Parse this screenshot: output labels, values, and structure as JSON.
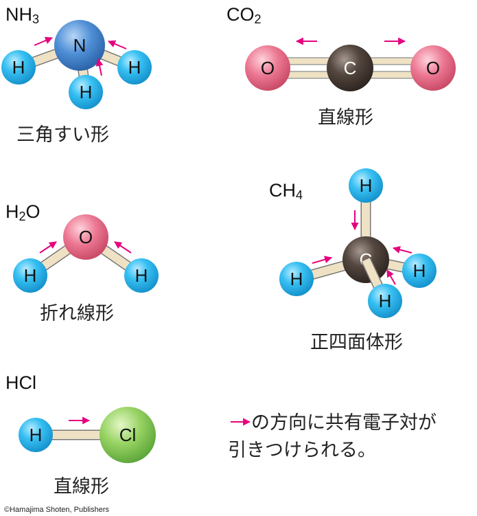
{
  "molecules": {
    "nh3": {
      "formula_main": "NH",
      "formula_sub": "3",
      "shape": "三角すい形",
      "atoms": {
        "center": "N",
        "h1": "H",
        "h2": "H",
        "h3": "H"
      }
    },
    "co2": {
      "formula_main": "CO",
      "formula_sub": "2",
      "shape": "直線形",
      "atoms": {
        "o1": "O",
        "center": "C",
        "o2": "O"
      }
    },
    "h2o": {
      "formula_main": "H",
      "formula_sub": "2",
      "formula_tail": "O",
      "shape": "折れ線形",
      "atoms": {
        "center": "O",
        "h1": "H",
        "h2": "H"
      }
    },
    "ch4": {
      "formula_main": "CH",
      "formula_sub": "4",
      "shape": "正四面体形",
      "atoms": {
        "center": "C",
        "h_top": "H",
        "h_left": "H",
        "h_right": "H",
        "h_bottom": "H"
      }
    },
    "hcl": {
      "formula_main": "HCl",
      "shape": "直線形",
      "atoms": {
        "h": "H",
        "cl": "Cl"
      }
    }
  },
  "legend": {
    "line1": "の方向に共有電子対が",
    "line2": "引きつけられる。"
  },
  "credit": "©Hamajima Shoten, Publishers",
  "colors": {
    "arrow": "#e6007e",
    "hydrogen": "#29b6ef",
    "nitrogen": "#4a86cf",
    "oxygen": "#e8708a",
    "carbon": "#4a3f3b",
    "chlorine": "#8fcf5e",
    "bond": "#efe2c4"
  }
}
